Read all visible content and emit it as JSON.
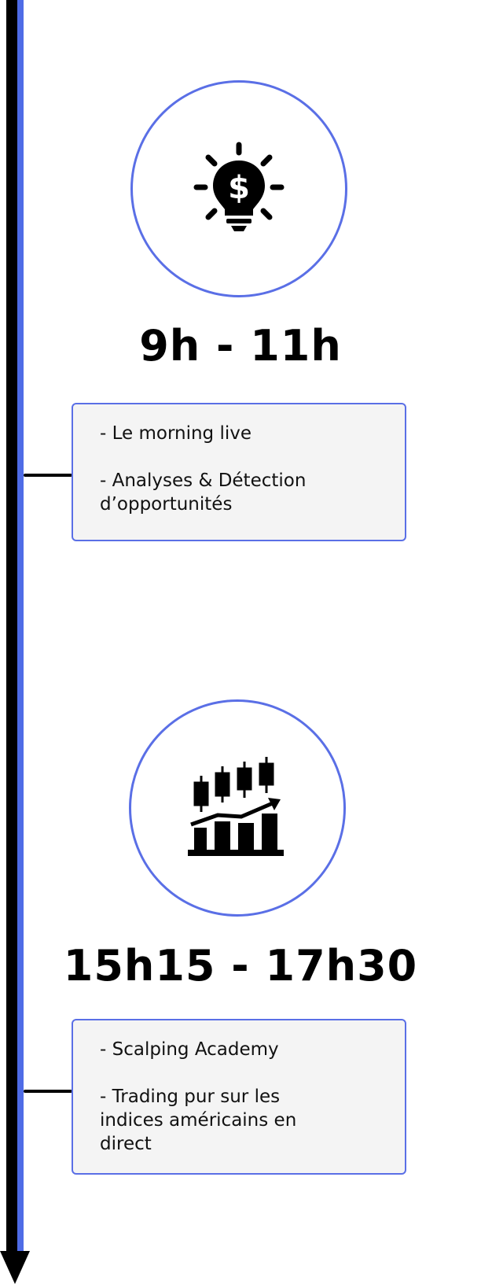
{
  "colors": {
    "accent": "#4f6ce6",
    "line": "#000000",
    "box_background": "#f4f4f4"
  },
  "timeline": {
    "slots": [
      {
        "icon": "lightbulb-dollar-icon",
        "time": "9h - 11h",
        "items": [
          "- Le morning live",
          "- Analyses & Détection d’opportunités"
        ]
      },
      {
        "icon": "candlestick-growth-chart-icon",
        "time": "15h15 - 17h30",
        "items": [
          "- Scalping Academy",
          "- Trading pur sur les indices américains en direct"
        ]
      }
    ]
  }
}
